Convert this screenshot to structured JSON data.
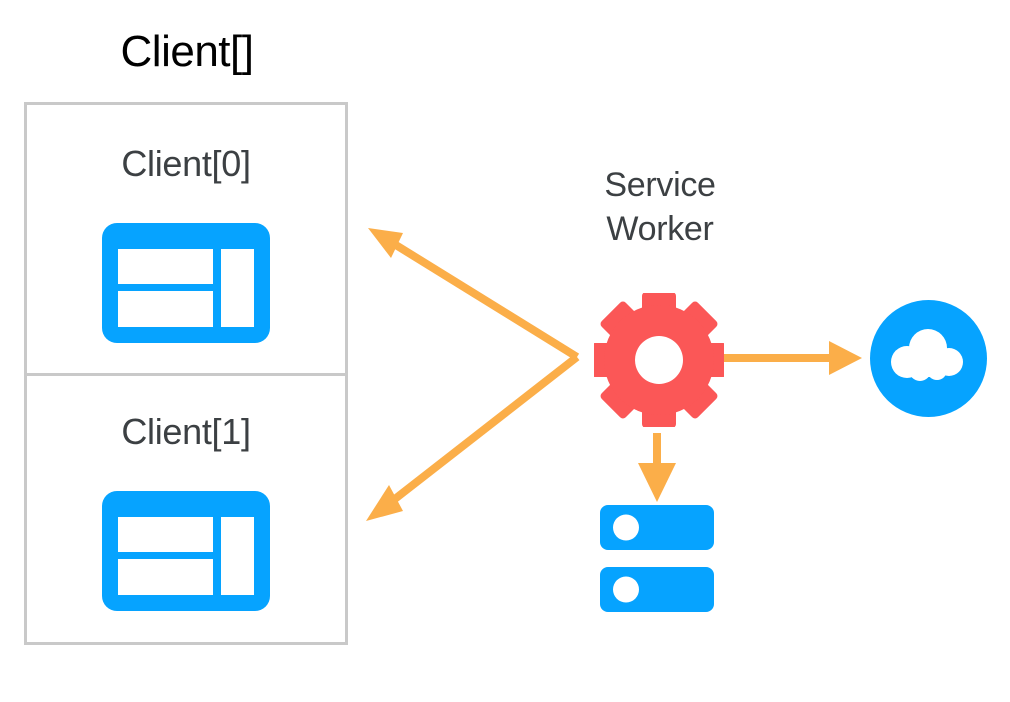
{
  "diagram": {
    "title": "Service Worker client architecture",
    "background_color": "#ffffff"
  },
  "colors": {
    "blue": "#06a3ff",
    "red": "#fb5757",
    "orange": "#fbae49",
    "border_gray": "#c9c9c9",
    "text_dark": "#3c4043",
    "text_black": "#000000",
    "white": "#ffffff"
  },
  "clients_group": {
    "title": "Client[]",
    "cells": [
      {
        "label": "Client[0]",
        "icon": "browser-window-icon"
      },
      {
        "label": "Client[1]",
        "icon": "browser-window-icon"
      }
    ]
  },
  "service_worker": {
    "title_line_1": "Service",
    "title_line_2": "Worker",
    "icon": "gear-icon"
  },
  "network": {
    "icon": "cloud-icon",
    "label": ""
  },
  "storage": {
    "icon": "database-icon",
    "label": ""
  },
  "connections": [
    {
      "name": "service-worker-to-client-0",
      "from": "service-worker",
      "to": "client-0",
      "direction": "to-client",
      "color": "#fbae49"
    },
    {
      "name": "service-worker-to-client-1",
      "from": "service-worker",
      "to": "client-1",
      "direction": "to-client",
      "color": "#fbae49"
    },
    {
      "name": "service-worker-to-network",
      "from": "service-worker",
      "to": "cloud",
      "direction": "to-network",
      "color": "#fbae49"
    },
    {
      "name": "service-worker-to-storage",
      "from": "service-worker",
      "to": "database",
      "direction": "to-storage",
      "color": "#fbae49"
    }
  ]
}
